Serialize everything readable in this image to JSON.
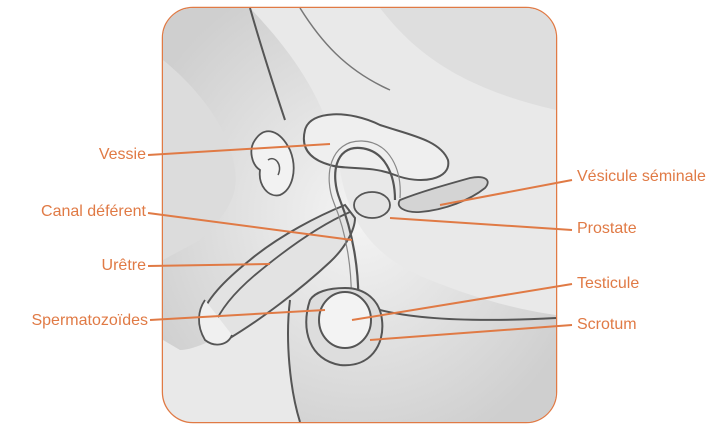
{
  "colors": {
    "accent": "#e07a45",
    "frame": "#e07a45",
    "ink": "#555555",
    "shade": "#d9d9d9"
  },
  "labels": {
    "vessie": "Vessie",
    "canal_deferent": "Canal déférent",
    "uretre": "Urêtre",
    "spermatozoides": "Spermatozoïdes",
    "vesicule_seminale": "Vésicule séminale",
    "prostate": "Prostate",
    "testicule": "Testicule",
    "scrotum": "Scrotum"
  }
}
